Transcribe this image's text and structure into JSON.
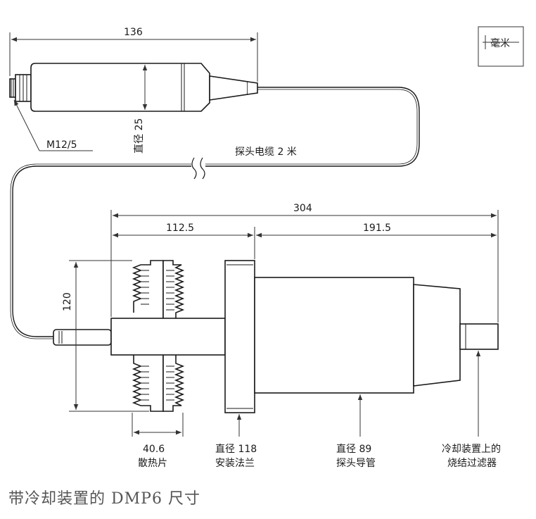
{
  "unit_label": "毫米",
  "dimensions": {
    "connector_length": "136",
    "connector_diameter": "直径 25",
    "connector_thread": "M12/5",
    "cable": "探头电缆 2 米",
    "total_length": "304",
    "cooling_length": "112.5",
    "tube_length": "191.5",
    "height": "120",
    "fin_width": "40.6",
    "fin_label": "散热片"
  },
  "callouts": {
    "flange_dia": "直径 118",
    "flange_label": "安装法兰",
    "tube_dia": "直径 89",
    "tube_label": "探头导管",
    "filter_line1": "冷却装置上的",
    "filter_line2": "烧结过滤器"
  },
  "caption": "带冷却装置的 DMP6 尺寸"
}
